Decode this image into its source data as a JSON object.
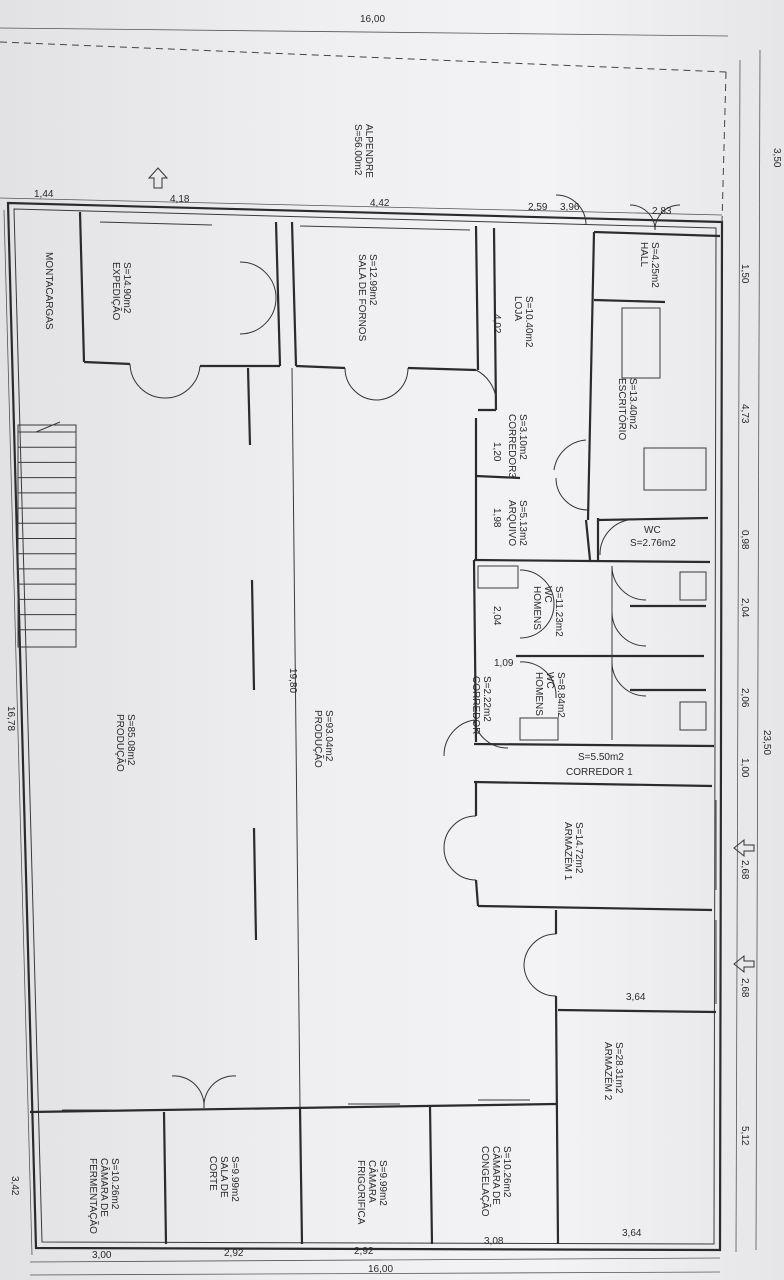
{
  "rooms": {
    "alpendre": {
      "name": "ALPENDRE",
      "area": "S=56.00m2"
    },
    "montacargas": {
      "name": "MONTACARGAS"
    },
    "expedicao": {
      "area": "S=14.90m2",
      "name": "EXPEDIÇÃO"
    },
    "sala_fornos": {
      "area": "S=12.99m2",
      "name": "SALA DE FORNOS"
    },
    "loja": {
      "area": "S=10.40m2",
      "name": "LOJA"
    },
    "hall": {
      "area": "S=4.25m2",
      "name": "HALL"
    },
    "escritorio": {
      "area": "S=13.40m2",
      "name": "ESCRITÓRIO"
    },
    "corredor3": {
      "area": "S=3.10m2",
      "name": "CORREDOR3"
    },
    "arquivo": {
      "area": "S=5.13m2",
      "name": "ARQUIVO"
    },
    "wc": {
      "name": "WC",
      "area": "S=2.76m2"
    },
    "wc_homens_1": {
      "area": "S=11.23m2",
      "name_1": "WC",
      "name_2": "HOMENS"
    },
    "wc_homens_2": {
      "area": "S=8.84m2",
      "name_1": "WC",
      "name_2": "HOMENS"
    },
    "corredor2": {
      "area": "S=2.22m2",
      "name": "CORREDOR"
    },
    "corredor1": {
      "area": "S=5.50m2",
      "name": "CORREDOR 1"
    },
    "armazem1": {
      "area": "S=14.72m2",
      "name": "ARMAZÉM 1"
    },
    "armazem2": {
      "area": "S=28.31m2",
      "name": "ARMAZÉM 2"
    },
    "producao_left": {
      "area": "S=85.08m2",
      "name": "PRODUÇÃO"
    },
    "producao_right": {
      "area": "S=93.04m2",
      "name": "PRODUÇÃO"
    },
    "camara_fermentacao": {
      "area": "S=10.26m2",
      "name_1": "CÂMARA DE",
      "name_2": "FERMENTAÇÃO"
    },
    "sala_corte": {
      "area": "S=9.99m2",
      "name_1": "SALA DE",
      "name_2": "CORTE"
    },
    "camara_frigorifica": {
      "area": "S=9.99m2",
      "name_1": "CÂMARA",
      "name_2": "FRIGORIFICA"
    },
    "camara_congelacao": {
      "area": "S=10.26m2",
      "name_1": "CÂMARA DE",
      "name_2": "CONGELAÇÃO"
    }
  },
  "dimensions": {
    "top_total": "16,00",
    "d_144": "1,44",
    "d_418": "4,18",
    "d_442": "4,42",
    "d_259": "2,59",
    "d_396": "3,96",
    "d_283": "2,83",
    "r_350": "3,50",
    "r_150": "1,50",
    "r_473": "4,73",
    "r_098": "0,98",
    "r_204": "2,04",
    "r_206": "2,06",
    "r_100": "1,00",
    "r_268a": "2,68",
    "r_268b": "2,68",
    "r_512": "5,12",
    "r_2350": "23,50",
    "c_1980": "19,80",
    "l_1678": "16,78",
    "l_342": "3,42",
    "i_402": "4,02",
    "i_120": "1,20",
    "i_198": "1,98",
    "i_204": "2,04",
    "i_109": "1,09",
    "i_364a": "3,64",
    "b_300": "3,00",
    "b_292a": "2,92",
    "b_292b": "2,92",
    "b_308": "3,08",
    "b_364": "3,64",
    "bottom_total": "16,00"
  },
  "colors": {
    "paper": "#efeff1",
    "ink": "#2b2b2e"
  },
  "stairs": {
    "steps": 14
  }
}
